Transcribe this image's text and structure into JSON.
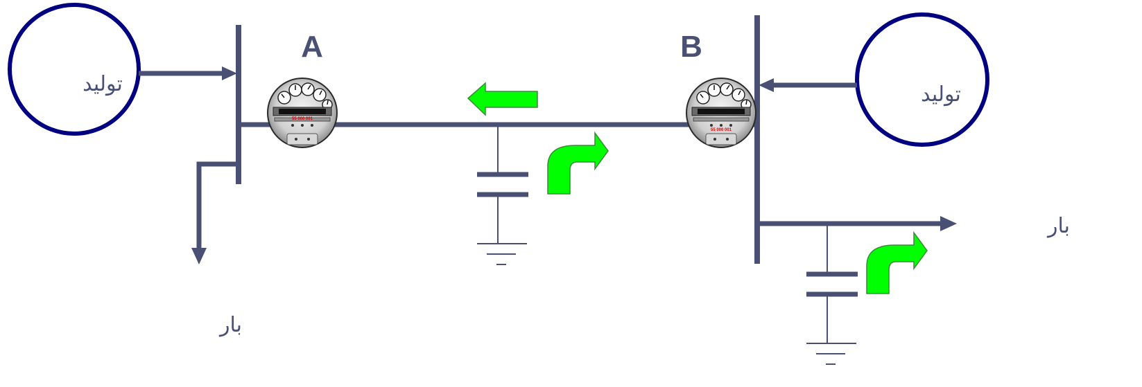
{
  "diagram": {
    "bus_a_label": "A",
    "bus_b_label": "B",
    "generator_a_label": "تولید",
    "generator_b_label": "تولید",
    "load_a_label": "بار",
    "load_b_label": "بار",
    "meter_a_serial": "55 000 001",
    "meter_b_serial": "55 000 001",
    "colors": {
      "line": "#4a5073",
      "generator_circle": "#000080",
      "arrow_fill": "#00ff00",
      "arrow_stroke": "#3a8a3a"
    }
  }
}
